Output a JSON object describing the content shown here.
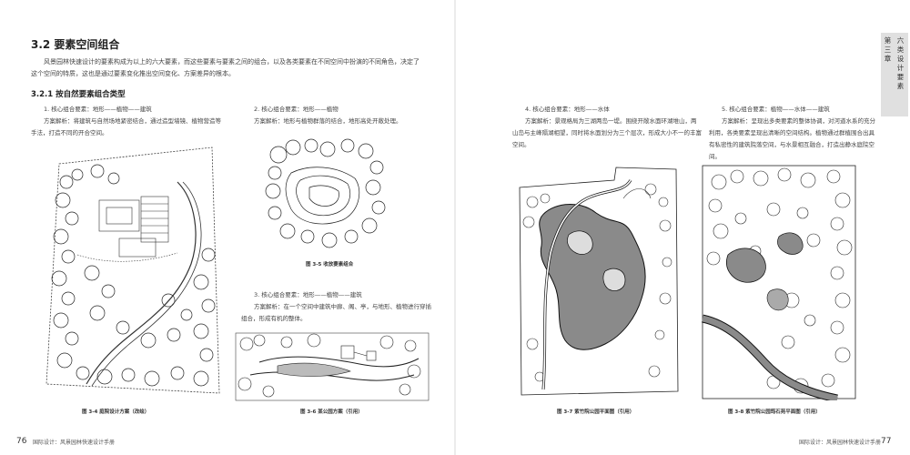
{
  "left_page": {
    "section_title": "3.2 要素空间组合",
    "intro": "风景园林快速设计的要素构成为以上的六大要素，而这些要素与要素之间的组合，以及各类要素在不同空间中扮演的不同角色，决定了这个空间的特质，这也是通过要素变化推出空间变化、方案差异的根本。",
    "subsection_title": "3.2.1 按自然要素组合类型",
    "items": [
      {
        "heading": "1. 核心组合要素：地形——植物——建筑",
        "body": "方案解析：将建筑与自然场地紧密结合，通过造型墙镜、植物营造等手法，打造不同的开合空间。"
      },
      {
        "heading": "2. 核心组合要素：地形——植物",
        "body": "方案解析：地形与植物群落的结合，地形高处开敞处理。"
      },
      {
        "heading": "3. 核心组合要素：地形——植物——建筑",
        "body": "方案解析：在一个空间中建筑中廊、阁、亭，与地形、植物进行穿插组合，形成有机的整体。"
      }
    ],
    "captions": {
      "fig_3_4": "图 3-4  庭院设计方案（改绘）",
      "fig_3_5": "图 3-5  收放要素组合",
      "fig_3_6": "图 3-6 某公园方案（引用）"
    },
    "page_number": "76",
    "running_title": "国际设计：风景园林快速设计手册"
  },
  "right_page": {
    "items": [
      {
        "heading": "4. 核心组合要素：地形——水体",
        "body": "方案解析：景观格局为三湖两岛一堤。围绕开敞水面环湖堆山，两山岛与主峰隔湖相望，同时将水面划分为三个层次，形成大小不一的丰富空间。"
      },
      {
        "heading": "5. 核心组合要素：植物——水体——建筑",
        "body": "方案解析：呈现出多类要素的整体协调，对河道水系的充分利用，各类要素呈现出清晰的空间结构。植物通过群植围合出具有私密性的建筑院落空间，与水景相互融合，打造出静水庭院空间。"
      }
    ],
    "captions": {
      "fig_3_7": "图 3-7  紫竹院公园平面图（引用）",
      "fig_3_8": "图 3-8 紫竹院公园筠石苑平面图（引用）"
    },
    "page_number": "77",
    "running_title": "国际设计：风景园林快速设计手册",
    "chapter_tab": {
      "col1": "第三章",
      "col2": "六类设计要素"
    }
  }
}
